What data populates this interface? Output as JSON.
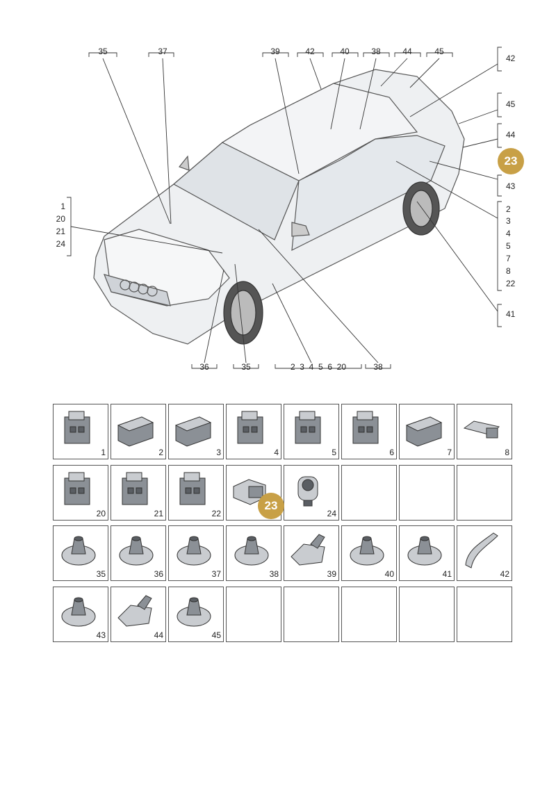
{
  "top_callouts": [
    "35",
    "37",
    "39",
    "42",
    "40",
    "38",
    "44",
    "45"
  ],
  "right_callouts": {
    "r1": "42",
    "r2": "45",
    "r3": "44",
    "r4": "43",
    "group": [
      "2",
      "3",
      "4",
      "5",
      "7",
      "8",
      "22"
    ],
    "r5": "41"
  },
  "left_group": [
    "1",
    "20",
    "21",
    "24"
  ],
  "bottom_callouts": {
    "b1": "36",
    "b2": "35",
    "group": "2  3  4  5  6  20",
    "b3": "38"
  },
  "highlight_badge": "23",
  "parts": [
    {
      "num": "1",
      "icon": "connector-housing-icon"
    },
    {
      "num": "2",
      "icon": "multi-pin-connector-icon"
    },
    {
      "num": "3",
      "icon": "multi-pin-connector-icon"
    },
    {
      "num": "4",
      "icon": "relay-connector-icon"
    },
    {
      "num": "5",
      "icon": "small-connector-icon"
    },
    {
      "num": "6",
      "icon": "connector-block-icon"
    },
    {
      "num": "7",
      "icon": "multi-pin-connector-icon"
    },
    {
      "num": "8",
      "icon": "connector-strip-icon"
    },
    {
      "num": "20",
      "icon": "connector-housing-icon"
    },
    {
      "num": "21",
      "icon": "connector-bracket-icon"
    },
    {
      "num": "22",
      "icon": "connector-bracket-icon"
    },
    {
      "num": "23",
      "icon": "connector-plug-icon"
    },
    {
      "num": "24",
      "icon": "round-connector-icon"
    },
    {
      "num": "35",
      "icon": "grommet-icon"
    },
    {
      "num": "36",
      "icon": "grommet-icon"
    },
    {
      "num": "37",
      "icon": "grommet-icon"
    },
    {
      "num": "38",
      "icon": "grommet-icon"
    },
    {
      "num": "39",
      "icon": "grommet-sleeve-icon"
    },
    {
      "num": "40",
      "icon": "grommet-icon"
    },
    {
      "num": "41",
      "icon": "grommet-icon"
    },
    {
      "num": "42",
      "icon": "hose-grommet-icon"
    },
    {
      "num": "43",
      "icon": "grommet-icon"
    },
    {
      "num": "44",
      "icon": "grommet-sleeve-icon"
    },
    {
      "num": "45",
      "icon": "grommet-icon"
    }
  ],
  "colors": {
    "badge": "#c8a046",
    "line": "#333333",
    "car_fill": "#eef0f2"
  }
}
